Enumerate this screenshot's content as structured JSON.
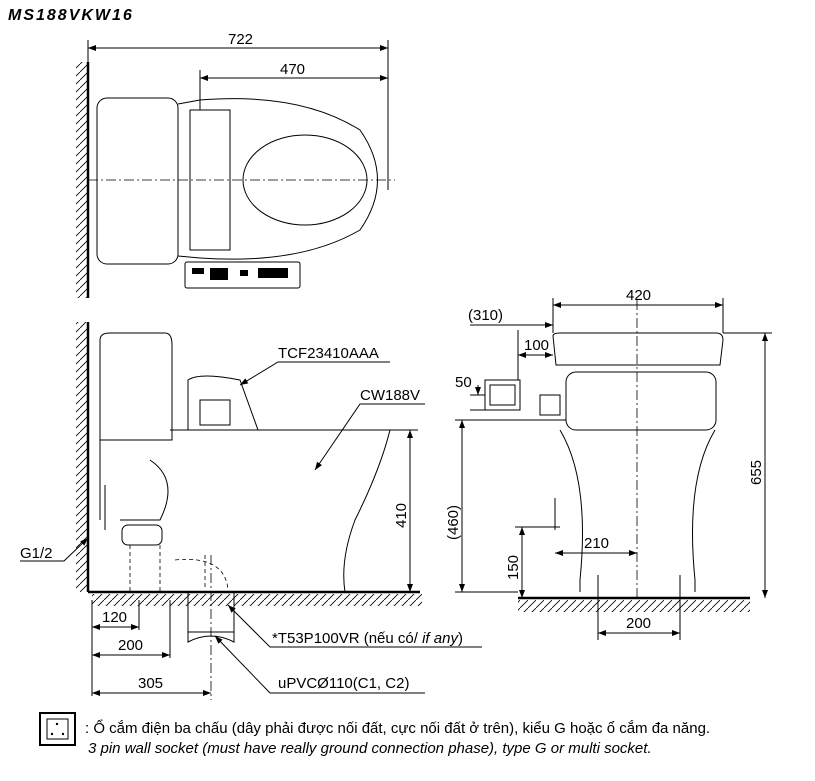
{
  "title": "MS188VKW16",
  "top_view": {
    "dim_overall": "722",
    "dim_seat": "470"
  },
  "side_view": {
    "seat_model": "TCF23410AAA",
    "bowl_model": "CW188V",
    "dim_height": "410",
    "dim_supply": "G1/2",
    "dim_120": "120",
    "dim_200": "200",
    "dim_305": "305",
    "flange_label_a": "*T53P100VR (nếu có/ ",
    "flange_label_b": "if any",
    "flange_label_c": ")",
    "pipe_label": "uPVCØ110(C1, C2)"
  },
  "front_view": {
    "dim_width": "420",
    "dim_socket_offset": "(310)",
    "dim_100": "100",
    "dim_50": "50",
    "dim_460": "(460)",
    "dim_655": "655",
    "dim_150": "150",
    "dim_210": "210",
    "dim_200": "200"
  },
  "legend": {
    "icon": "wall-socket-icon",
    "line_vi": ": Ổ cắm điện ba chấu (dây phải được nối đất, cực nối đất ở trên), kiểu G hoặc ổ cắm đa năng.",
    "line_en": "3 pin wall socket (must have really ground connection phase), type G or multi socket."
  }
}
